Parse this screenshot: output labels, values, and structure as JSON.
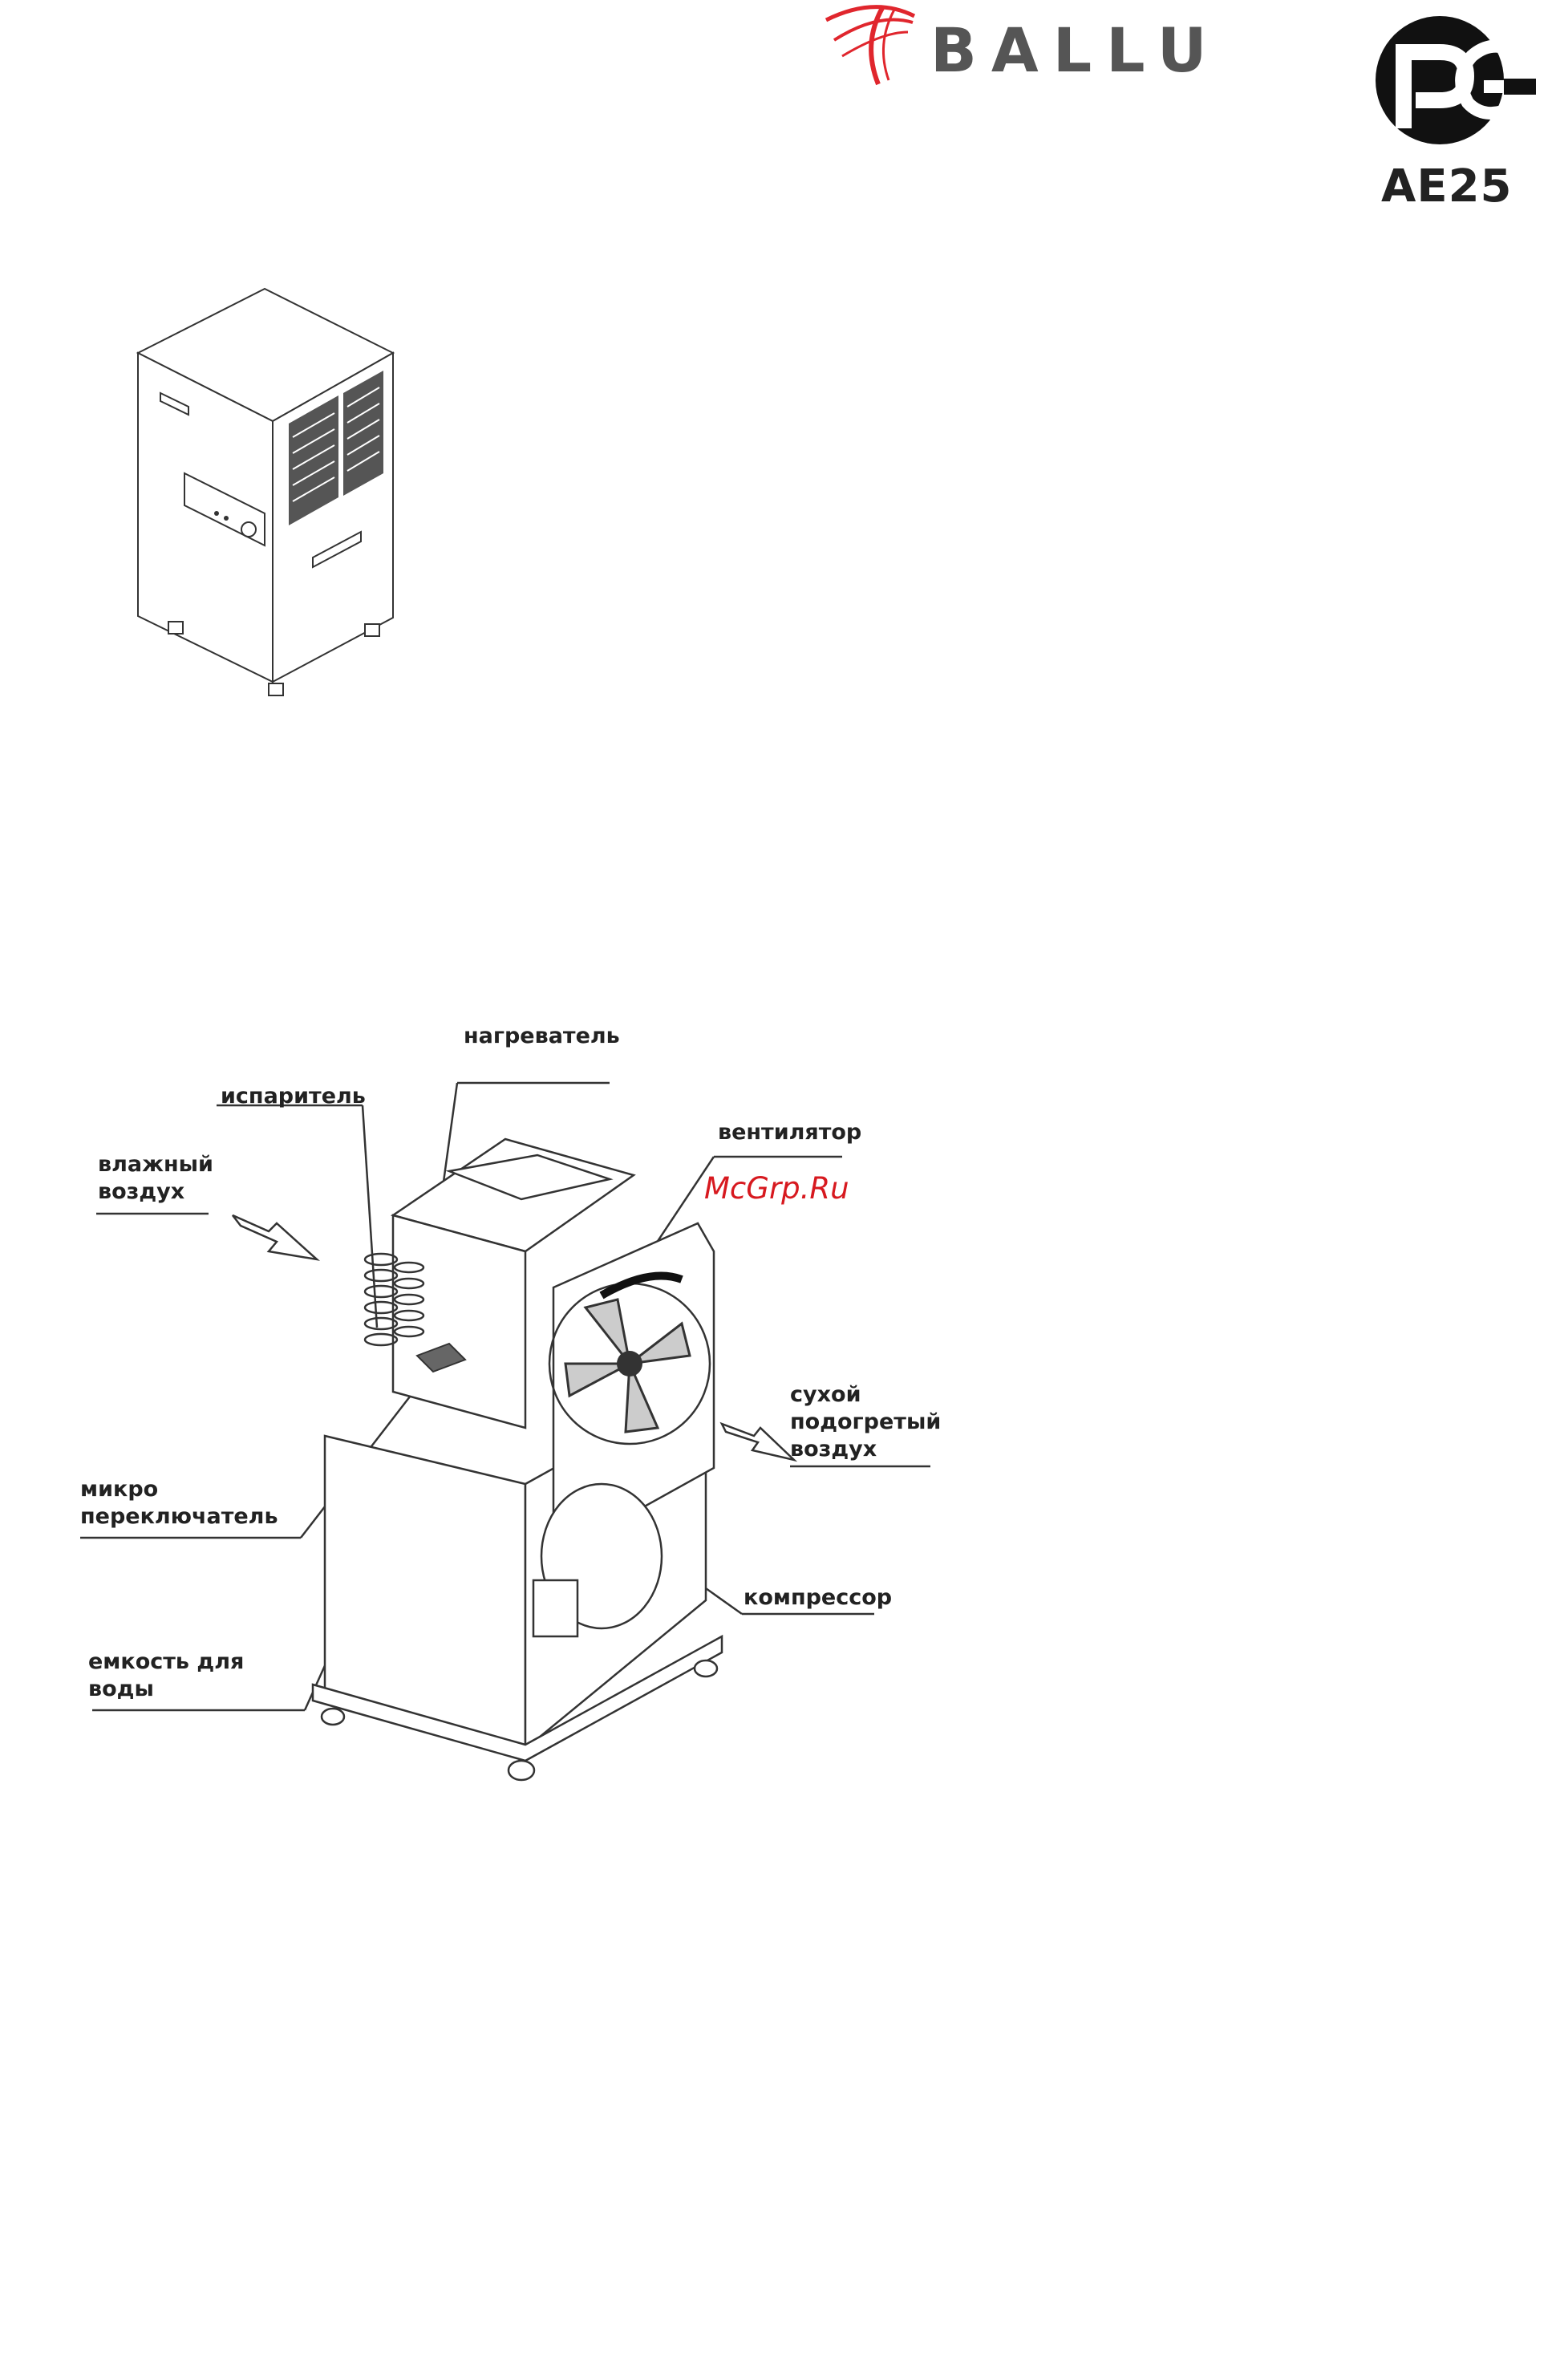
{
  "header": {
    "brand_name": "BALLU",
    "cert_code": "AE25",
    "colors": {
      "brand_swoosh": "#e0262d",
      "brand_text": "#555555",
      "cert_mark": "#111111"
    },
    "icons": {
      "brand_logo": "ballu-swoosh-logo",
      "cert_mark": "rst-certification-mark"
    }
  },
  "product_view": {
    "icon": "dehumidifier-unit-illustration"
  },
  "diagram": {
    "labels": {
      "heater": "нагреватель",
      "evaporator": "испаритель",
      "humid_air_1": "влажный",
      "humid_air_2": "воздух",
      "fan": "вентилятор",
      "dry_air_1": "сухой",
      "dry_air_2": "подогретый",
      "dry_air_3": "воздух",
      "microswitch_1": "микро",
      "microswitch_2": "переключатель",
      "compressor": "компрессор",
      "tank_1": "емкость для",
      "tank_2": "воды"
    },
    "watermark": "McGrp.Ru",
    "colors": {
      "watermark": "#d7191f"
    }
  }
}
